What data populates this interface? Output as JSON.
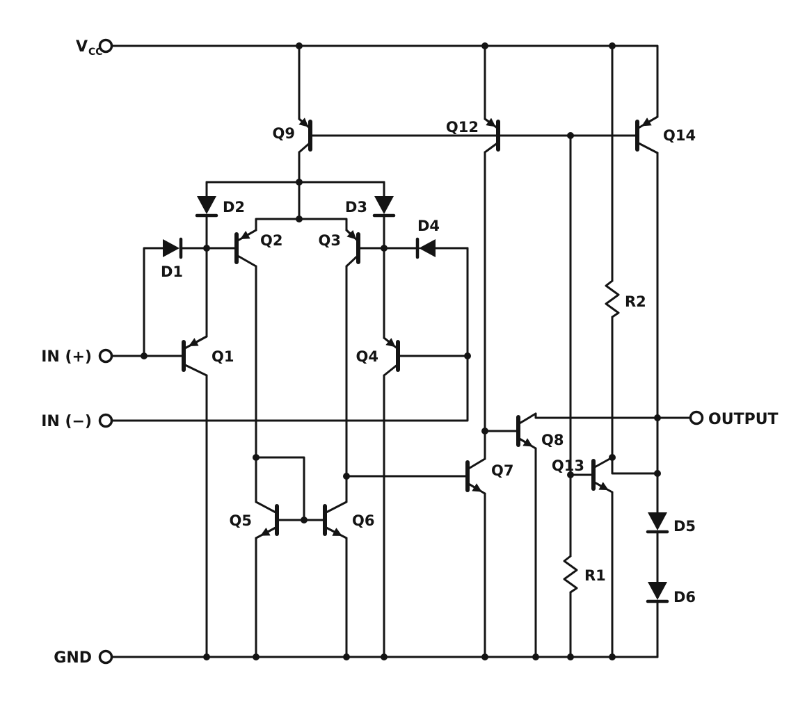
{
  "background": "#ffffff",
  "line_color": "#141414",
  "terminals": {
    "vcc": {
      "label": "V",
      "sub": "CC"
    },
    "in_plus": "IN (+)",
    "in_minus": "IN (−)",
    "gnd": "GND",
    "output": "OUTPUT"
  },
  "components": {
    "transistors": {
      "q1": "Q1",
      "q2": "Q2",
      "q3": "Q3",
      "q4": "Q4",
      "q5": "Q5",
      "q6": "Q6",
      "q7": "Q7",
      "q8": "Q8",
      "q9": "Q9",
      "q12": "Q12",
      "q13": "Q13",
      "q14": "Q14"
    },
    "diodes": {
      "d1": "D1",
      "d2": "D2",
      "d3": "D3",
      "d4": "D4",
      "d5": "D5",
      "d6": "D6"
    },
    "resistors": {
      "r1": "R1",
      "r2": "R2"
    }
  }
}
